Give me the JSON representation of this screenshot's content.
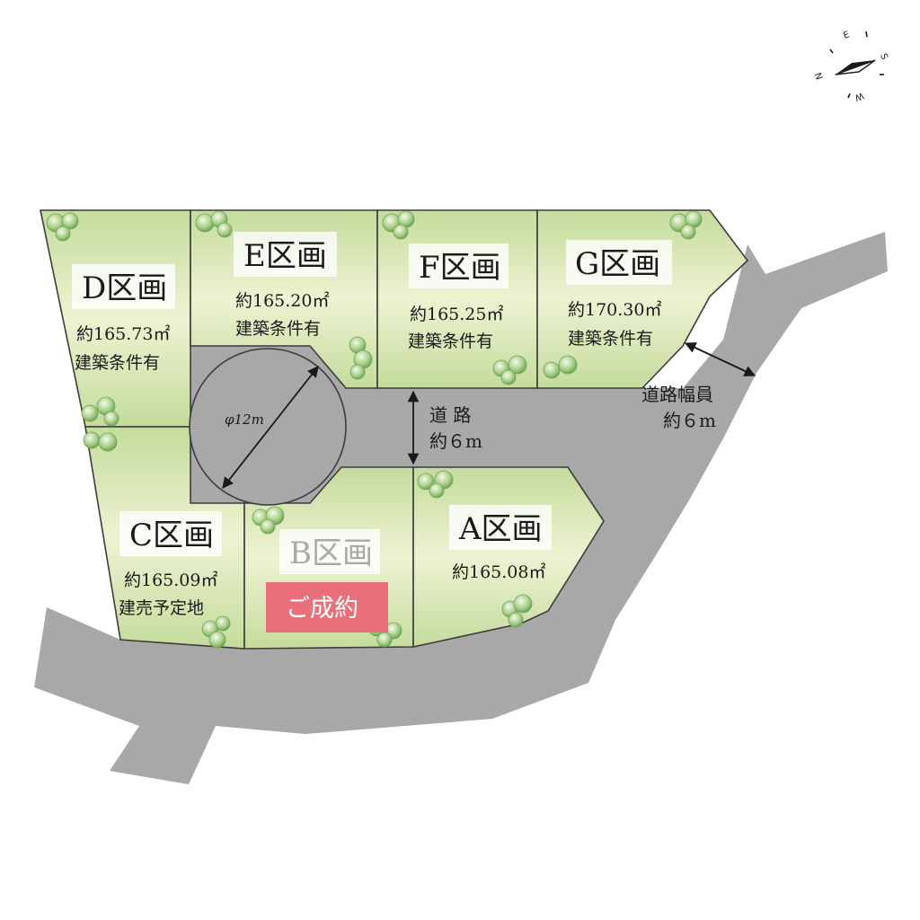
{
  "colors": {
    "lot_green_light": "#f1f3d4",
    "lot_green": "#c4dc9c",
    "road_gray": "#a8a8a8",
    "boundary": "#3c3c3c",
    "sold_badge": "#e9707a"
  },
  "compass": {
    "letters": [
      "E",
      "S",
      "N",
      "W"
    ]
  },
  "lots": {
    "A": {
      "name": "A区画",
      "area": "約165.08㎡",
      "condition": ""
    },
    "B": {
      "name": "B区画",
      "status": "ご成約"
    },
    "C": {
      "name": "C区画",
      "area": "約165.09㎡",
      "condition": "建売予定地"
    },
    "D": {
      "name": "D区画",
      "area": "約165.73㎡",
      "condition": "建築条件有"
    },
    "E": {
      "name": "E区画",
      "area": "約165.20㎡",
      "condition": "建築条件有"
    },
    "F": {
      "name": "F区画",
      "area": "約165.25㎡",
      "condition": "建築条件有"
    },
    "G": {
      "name": "G区画",
      "area": "約170.30㎡",
      "condition": "建築条件有"
    }
  },
  "roads": {
    "inner": {
      "label": "道 路",
      "width": "約６m"
    },
    "main": {
      "label": "道路幅員",
      "width": "約６m"
    },
    "cul_de_sac": {
      "diameter": "φ12m"
    }
  }
}
